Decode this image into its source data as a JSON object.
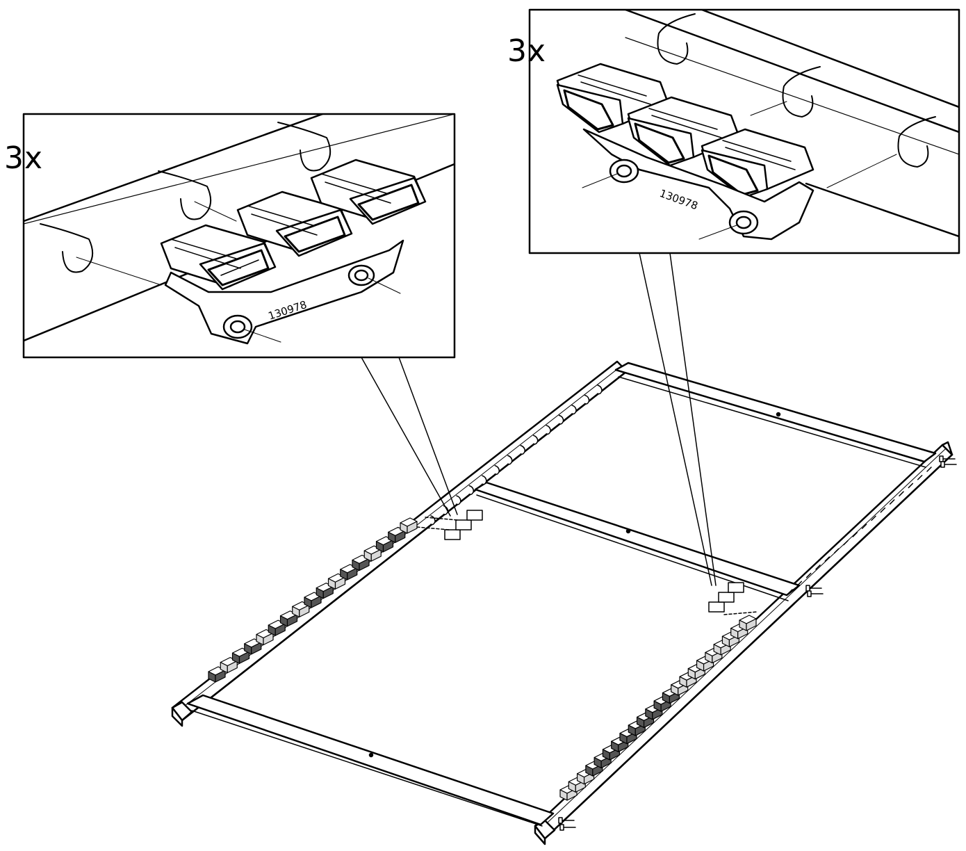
{
  "callouts": [
    {
      "quantity": "3x",
      "part_number": "130978"
    },
    {
      "quantity": "3x",
      "part_number": "130978"
    }
  ],
  "colors": {
    "line": "#000000",
    "background": "#ffffff",
    "part_fill": "#d9d9d9",
    "part_dark": "#555555"
  }
}
